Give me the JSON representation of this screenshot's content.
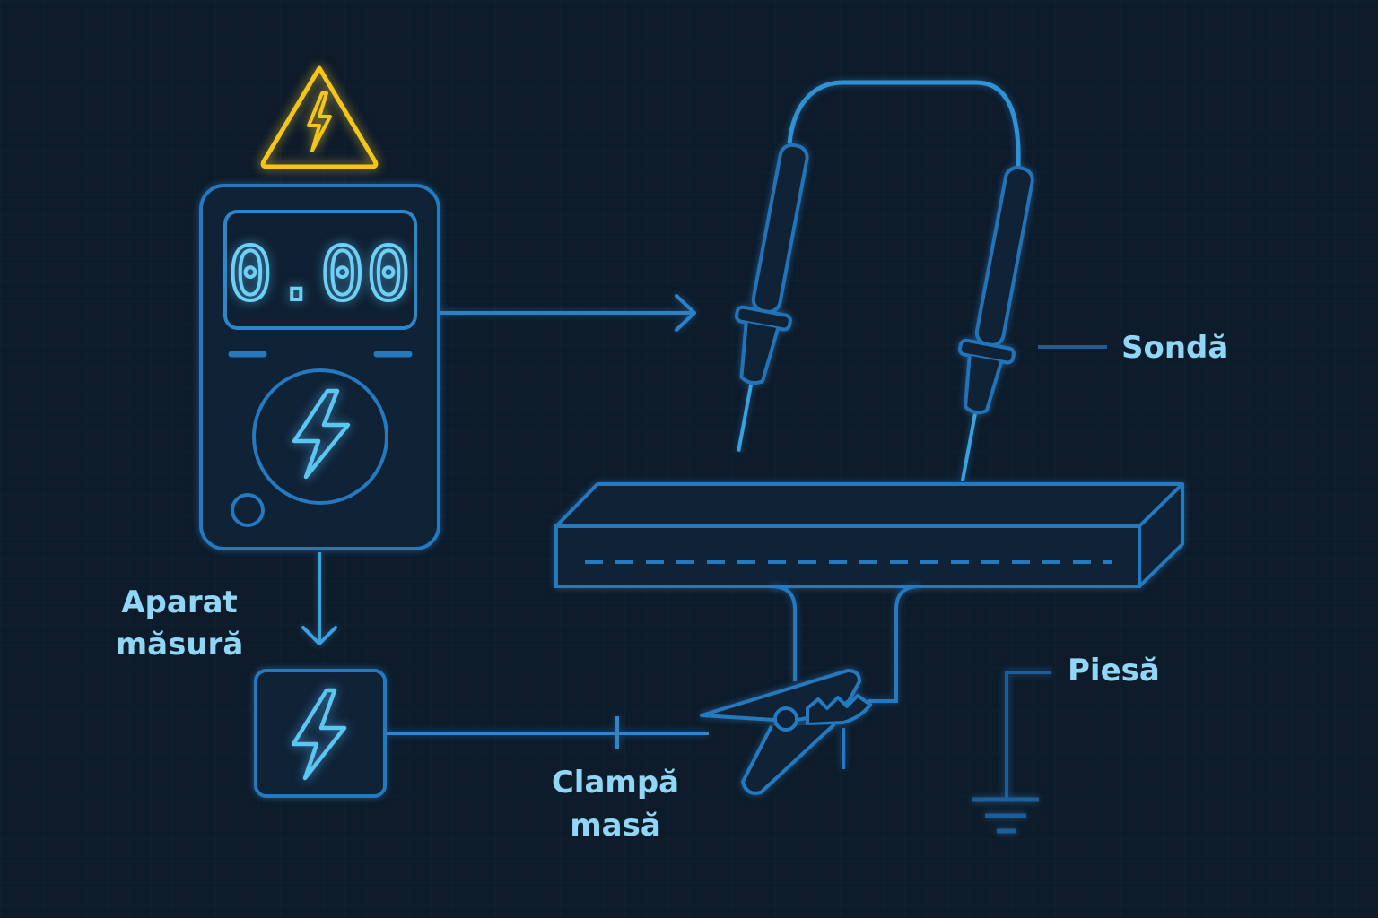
{
  "colors": {
    "background": "#0d1b2a",
    "line_dark": "#1d5e99",
    "line_mid": "#2f86cc",
    "line_bright": "#55c2f0",
    "text": "#8fd6f7",
    "warning": "#f5c518"
  },
  "meter": {
    "reading": "0.00",
    "warning_icon": "high-voltage-warning-icon",
    "dial_icon": "lightning-bolt-icon"
  },
  "power_box": {
    "icon": "lightning-bolt-icon"
  },
  "labels": {
    "meter_line1": "Aparat",
    "meter_line2": "măsură",
    "probe": "Sondă",
    "workpiece": "Piesă",
    "clamp_line1": "Clampă",
    "clamp_line2": "masă"
  }
}
